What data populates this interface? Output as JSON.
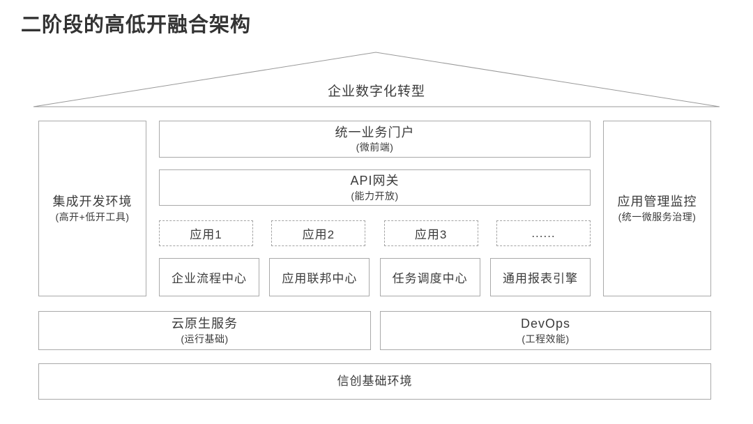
{
  "page": {
    "title": "二阶段的高低开融合架构"
  },
  "roof": {
    "label": "企业数字化转型"
  },
  "left_column": {
    "title": "集成开发环境",
    "subtitle": "(高开+低开工具)"
  },
  "right_column": {
    "title": "应用管理监控",
    "subtitle": "(统一微服务治理)"
  },
  "center": {
    "portal": {
      "title": "统一业务门户",
      "subtitle": "(微前端)"
    },
    "gateway": {
      "title": "API网关",
      "subtitle": "(能力开放)"
    },
    "apps": [
      {
        "label": "应用1"
      },
      {
        "label": "应用2"
      },
      {
        "label": "应用3"
      },
      {
        "label": "......"
      }
    ],
    "centers": [
      {
        "label": "企业流程中心"
      },
      {
        "label": "应用联邦中心"
      },
      {
        "label": "任务调度中心"
      },
      {
        "label": "通用报表引擎"
      }
    ]
  },
  "platform_row": {
    "cloud": {
      "title": "云原生服务",
      "subtitle": "(运行基础)"
    },
    "devops": {
      "title": "DevOps",
      "subtitle": "(工程效能)"
    }
  },
  "base": {
    "title": "信创基础环境"
  },
  "colors": {
    "text": "#3b3b3b",
    "border": "#a9a9a9",
    "dashed_border": "#a3a3a3",
    "roof_line": "#999999"
  }
}
